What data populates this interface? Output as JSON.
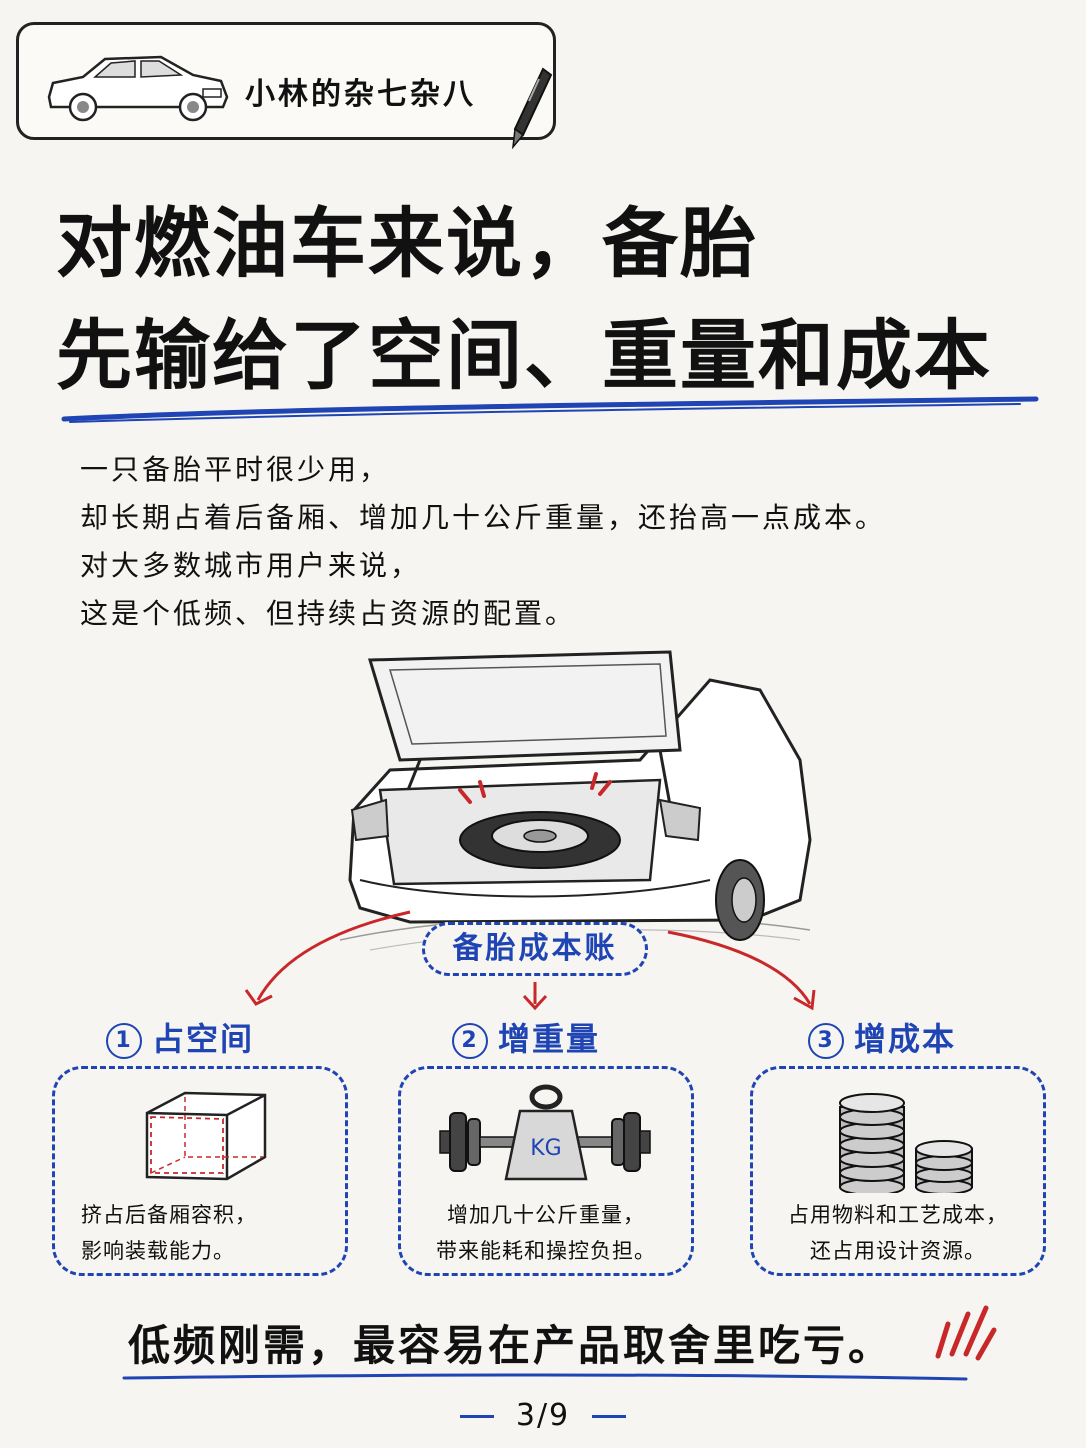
{
  "header": {
    "title": "小林的杂七杂八",
    "car_icon": "sedan-car-icon",
    "pen_icon": "pen-icon"
  },
  "headline": {
    "line1": "对燃油车来说，备胎",
    "line2": "先输给了空间、重量和成本"
  },
  "intro": {
    "lines": [
      "一只备胎平时很少用，",
      "却长期占着后备厢、增加几十公斤重量，还抬高一点成本。",
      "对大多数城市用户来说，",
      "这是个低频、但持续占资源的配置。"
    ]
  },
  "illustration": {
    "center_label": "备胎成本账"
  },
  "categories": [
    {
      "num": "1",
      "title": "占空间",
      "icon": "box-icon",
      "desc": [
        "挤占后备厢容积，",
        "影响装载能力。"
      ]
    },
    {
      "num": "2",
      "title": "增重量",
      "icon": "dumbbell-kg-icon",
      "weight_label": "KG",
      "desc": [
        "增加几十公斤重量，",
        "带来能耗和操控负担。"
      ]
    },
    {
      "num": "3",
      "title": "增成本",
      "icon": "coins-icon",
      "desc": [
        "占用物料和工艺成本，",
        "还占用设计资源。"
      ]
    }
  ],
  "conclusion": "低频刚需，最容易在产品取舍里吃亏。",
  "page": "3/9",
  "colors": {
    "accent_blue": "#1f44b4",
    "accent_red": "#c8282a",
    "ink": "#111111"
  }
}
